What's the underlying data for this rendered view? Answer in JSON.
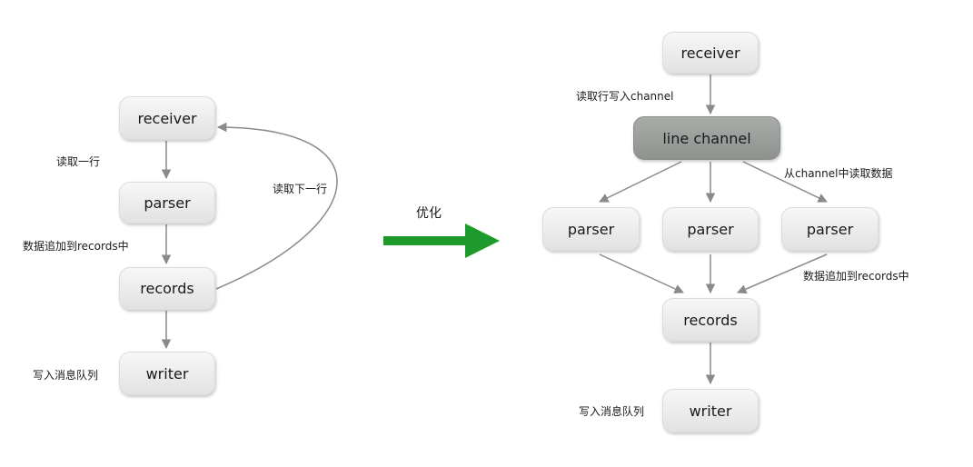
{
  "left_diagram": {
    "nodes": {
      "receiver": "receiver",
      "parser": "parser",
      "records": "records",
      "writer": "writer"
    },
    "edge_labels": {
      "read_one_line": "读取一行",
      "append_to_records": "数据追加到records中",
      "write_queue": "写入消息队列",
      "read_next_line": "读取下一行"
    }
  },
  "transition": {
    "label": "优化",
    "arrow_color": "#1e9a2c"
  },
  "right_diagram": {
    "nodes": {
      "receiver": "receiver",
      "line_channel": "line channel",
      "parser_1": "parser",
      "parser_2": "parser",
      "parser_3": "parser",
      "records": "records",
      "writer": "writer"
    },
    "edge_labels": {
      "write_channel": "读取行写入channel",
      "read_from_channel": "从channel中读取数据",
      "append_to_records": "数据追加到records中",
      "write_queue": "写入消息队列"
    }
  }
}
